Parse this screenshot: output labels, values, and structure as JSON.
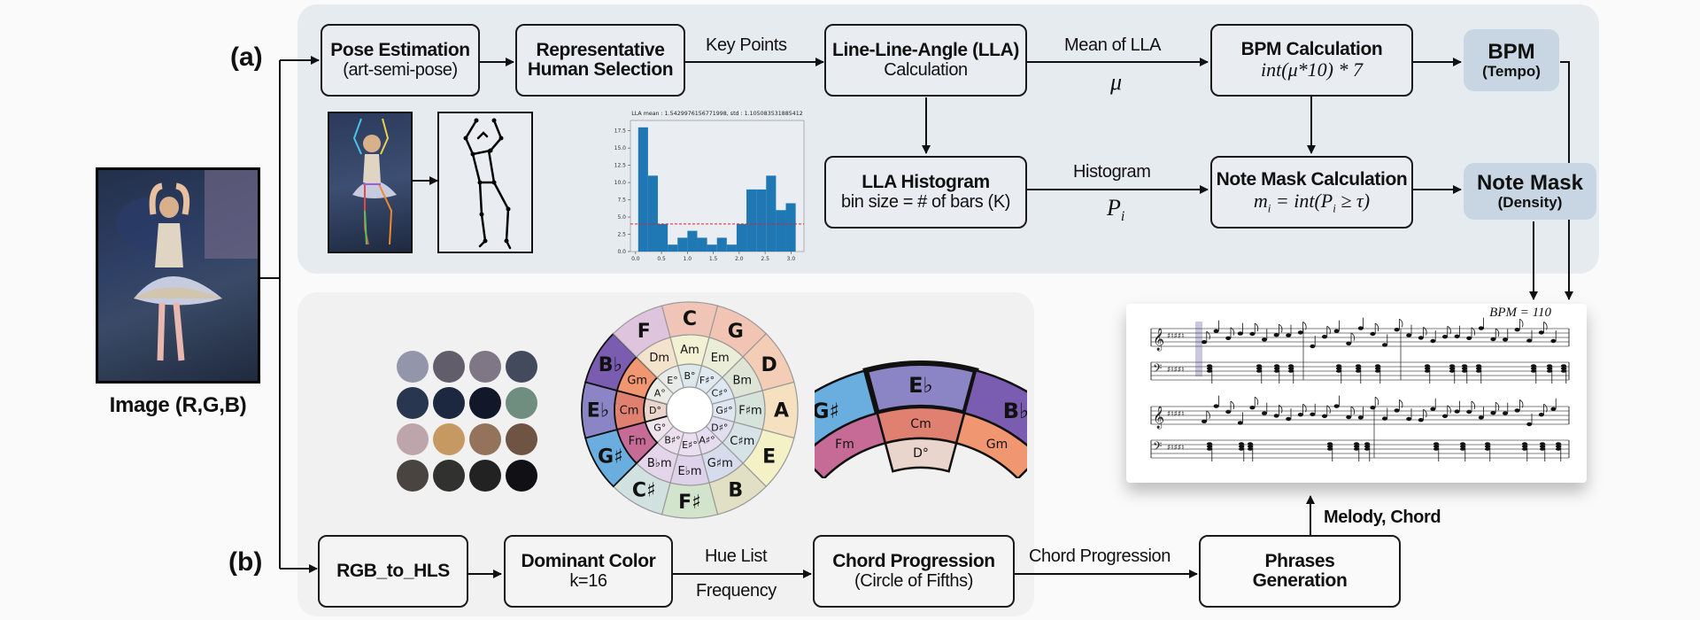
{
  "input_image": {
    "caption": "Image (R,G,B)",
    "icon": "dancer-painting-icon"
  },
  "sections": {
    "a": "(a)",
    "b": "(b)"
  },
  "pipeline_a": {
    "pose_estimation": {
      "title": "Pose Estimation",
      "subtitle": "(art-semi-pose)"
    },
    "human_selection": {
      "title": "Representative",
      "title2": "Human Selection"
    },
    "key_points_label": "Key Points",
    "lla_calc": {
      "title": "Line-Line-Angle (LLA)",
      "subtitle": "Calculation"
    },
    "mean_label": "Mean of LLA",
    "mu": "μ",
    "bpm_calc": {
      "title": "BPM Calculation",
      "formula": "int(μ*10) * 7"
    },
    "bpm_out": {
      "title": "BPM",
      "subtitle": "(Tempo)"
    },
    "lla_hist": {
      "title": "LLA Histogram",
      "subtitle": "bin size = # of bars (K)"
    },
    "histogram_label": "Histogram",
    "p_i": "P",
    "p_i_sub": "i",
    "mask_calc": {
      "title": "Note Mask Calculation",
      "formula_m": "m",
      "formula_sub": "i",
      "formula_rest": " = int(P",
      "formula_sub2": "i",
      "formula_end": " ≥ τ)"
    },
    "mask_out": {
      "title": "Note Mask",
      "subtitle": "(Density)"
    }
  },
  "pipeline_b": {
    "rgb_hls": {
      "title": "RGB_to_HLS"
    },
    "dominant": {
      "title": "Dominant Color",
      "subtitle": "k=16"
    },
    "hue_label": "Hue List",
    "freq_label": "Frequency",
    "chord_prog": {
      "title": "Chord Progression",
      "subtitle": "(Circle of Fifths)"
    },
    "chord_prog_label": "Chord Progression",
    "phrases": {
      "title": "Phrases",
      "title2": "Generation"
    },
    "melody_label": "Melody, Chord"
  },
  "dominant_colors": [
    "#9396ab",
    "#625d6b",
    "#7f7785",
    "#434a5d",
    "#283650",
    "#1c2740",
    "#121829",
    "#6f8e7f",
    "#bea5ab",
    "#c69862",
    "#94735a",
    "#6f5443",
    "#4a4440",
    "#313130",
    "#222222",
    "#111115"
  ],
  "circle_of_fifths": {
    "major": [
      "C",
      "G",
      "D",
      "A",
      "E",
      "B",
      "F#",
      "C#",
      "G#",
      "Eb",
      "Bb",
      "F"
    ],
    "minor": [
      "Am",
      "Em",
      "Bm",
      "F#m",
      "C#m",
      "G#m",
      "Ebm",
      "Bbm",
      "Fm",
      "Cm",
      "Gm",
      "Dm"
    ],
    "diminished": [
      "B°",
      "F#°",
      "C#°",
      "G#°",
      "D#°",
      "A#°",
      "E#°",
      "B#°",
      "G°",
      "D°",
      "A°",
      "E°"
    ],
    "major_colors": [
      "#f0c5b8",
      "#f2c4b4",
      "#f4cdb6",
      "#f5e1c0",
      "#f4f1c6",
      "#e2e0c4",
      "#d3e4cc",
      "#d0e1df",
      "#6aaee0",
      "#8b85c6",
      "#7a5cb0",
      "#dfc4dd"
    ],
    "minor_colors": [
      "#f3f1d4",
      "#eaeed8",
      "#dfe5d6",
      "#d6e3db",
      "#d5e2e6",
      "#d7dcec",
      "#ddd2e9",
      "#e5d5ea",
      "#c66a96",
      "#e08070",
      "#f09670",
      "#f3e2cc"
    ],
    "dim_colors": [
      "#dde8ea",
      "#dfe9ef",
      "#dde8f2",
      "#dee6f2",
      "#e0def0",
      "#e5dcef",
      "#eadff0",
      "#ece0ee",
      "#efe4ec",
      "#e9d5cb",
      "#ecece6",
      "#e8ebe8"
    ],
    "highlight": [
      "G#",
      "Eb",
      "Bb",
      "Fm",
      "Cm",
      "Gm",
      "D°"
    ],
    "selected": "Eb"
  },
  "score": {
    "bpm_text": "BPM = 110"
  },
  "chart_data": {
    "type": "bar",
    "title": "LLA mean : 1.5429976156771998, std : 1.105083531885412",
    "x_bin_edges_start": 0.05,
    "bin_width": 0.19,
    "values": [
      18,
      11,
      4,
      1,
      2,
      3,
      2,
      1,
      2,
      1,
      4,
      9,
      9,
      11,
      6,
      7
    ],
    "threshold": 4,
    "xticks": [
      "0.0",
      "0.5",
      "1.0",
      "1.5",
      "2.0",
      "2.5",
      "3.0"
    ],
    "yticks": [
      "0.0",
      "2.5",
      "5.0",
      "7.5",
      "10.0",
      "12.5",
      "15.0",
      "17.5"
    ],
    "xlim": [
      -0.1,
      3.25
    ],
    "ylim": [
      0,
      19
    ],
    "bar_color": "#1f77b4",
    "threshold_color": "#d62728",
    "xlabel": "",
    "ylabel": "",
    "grid": false
  }
}
